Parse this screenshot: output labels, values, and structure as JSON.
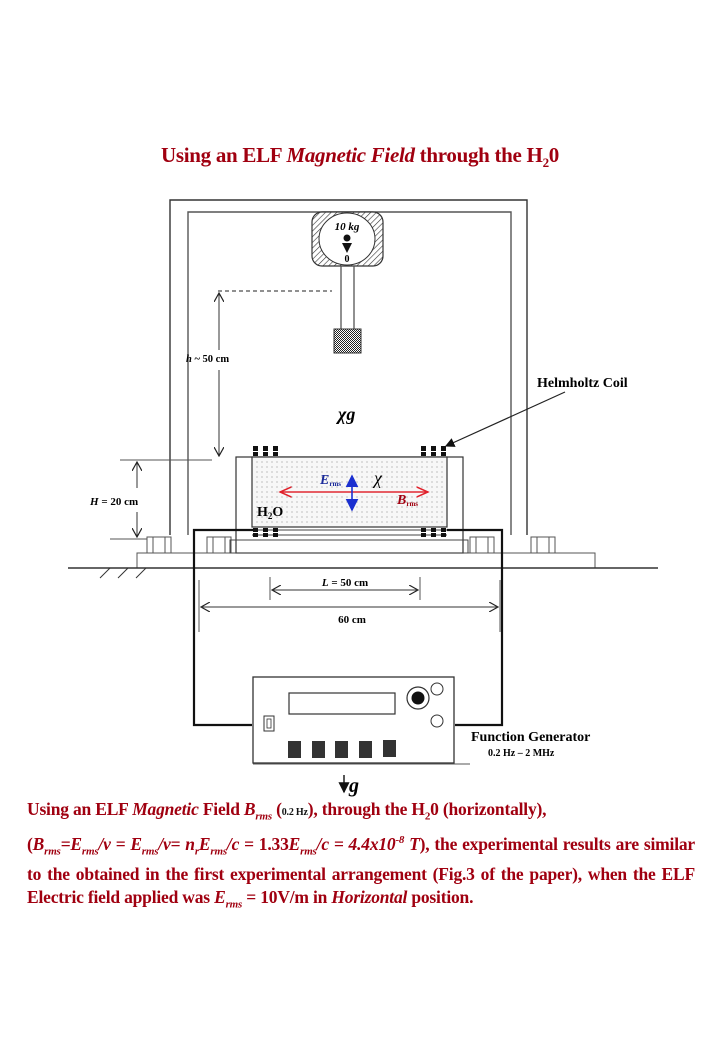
{
  "title": {
    "part1": "Using an ELF ",
    "part2": "Magnetic Field",
    "part3": " through the H",
    "sub": "2",
    "part4": "0"
  },
  "scale": {
    "capacity": "10 kg",
    "zero": "0"
  },
  "labels": {
    "h_symbol": "h",
    "h_rest": " ~ 50 cm",
    "chi_g": "χg",
    "chi": "χ",
    "helmholtz": "Helmholtz Coil",
    "H_symbol": "H",
    "H_rest": " = 20 cm",
    "E_main": "E",
    "E_sub": "rms",
    "B_main": "B",
    "B_sub": "rms",
    "water_main": "H",
    "water_sub": "2",
    "water_rest": "O",
    "L_symbol": "L",
    "L_rest": " = 50 cm",
    "width60": "60 cm",
    "function_generator": "Function Generator",
    "frequency_range": "0.2 Hz – 2 MHz",
    "gravity": "g"
  },
  "caption": {
    "l1a": "Using an ELF ",
    "l1b": "Magnetic",
    "l1c": " Field ",
    "l1d": "B",
    "l1e": "rms",
    "l1f": " (",
    "l1g": "0.2 Hz",
    "l1h": "), through the H",
    "l1i": "2",
    "l1j": "0 (horizontally),",
    "l2a": "(",
    "l2b": "B",
    "l2c": "rms",
    "l2d": "=E",
    "l2e": "rms",
    "l2f": "/v = E",
    "l2g": "rms",
    "l2h": "/v= n",
    "l2i": "r",
    "l2j": "E",
    "l2k": "rms",
    "l2l": "/c",
    "l2m": " = 1.33",
    "l2n": "E",
    "l2o": "rms",
    "l2p": "/c = 4.4x10",
    "l2q": "-8",
    "l2r": " T",
    "l2s": "), the experimental results are similar to the obtained in the first experimental arrangement (Fig.3 of the paper), when the ELF Electric field applied was ",
    "l3a": "E",
    "l3b": "rms",
    "l3c": " = 10V/m in ",
    "l3d": "Horizontal",
    "l3e": " position."
  },
  "colors": {
    "title": "#a00010",
    "b_field_arrow": "#e0202a",
    "e_field_arrow": "#1a2fd0",
    "e_label": "#1a2a9a",
    "b_label": "#a00010"
  }
}
